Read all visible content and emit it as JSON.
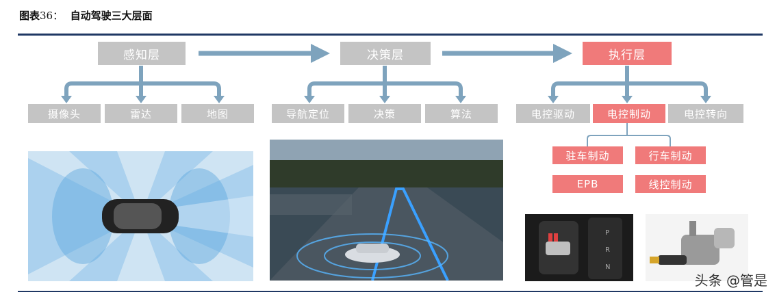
{
  "caption": {
    "label": "图表",
    "number": "36：",
    "title": "自动驾驶三大层面"
  },
  "layers": {
    "perception": {
      "label": "感知层",
      "children": [
        "摄像头",
        "雷达",
        "地图"
      ]
    },
    "decision": {
      "label": "决策层",
      "children": [
        "导航定位",
        "决策",
        "算法"
      ]
    },
    "execution": {
      "label": "执行层",
      "children": [
        "电控驱动",
        "电控制动",
        "电控转向"
      ],
      "braking": [
        "驻车制动",
        "行车制动"
      ],
      "braking_sub": [
        "EPB",
        "线控制动"
      ]
    }
  },
  "watermark": "头条 @管是",
  "colors": {
    "gray": "#c4c4c4",
    "pink": "#f07a7a",
    "arrow": "#7ea3bd",
    "rule": "#1f3864"
  }
}
